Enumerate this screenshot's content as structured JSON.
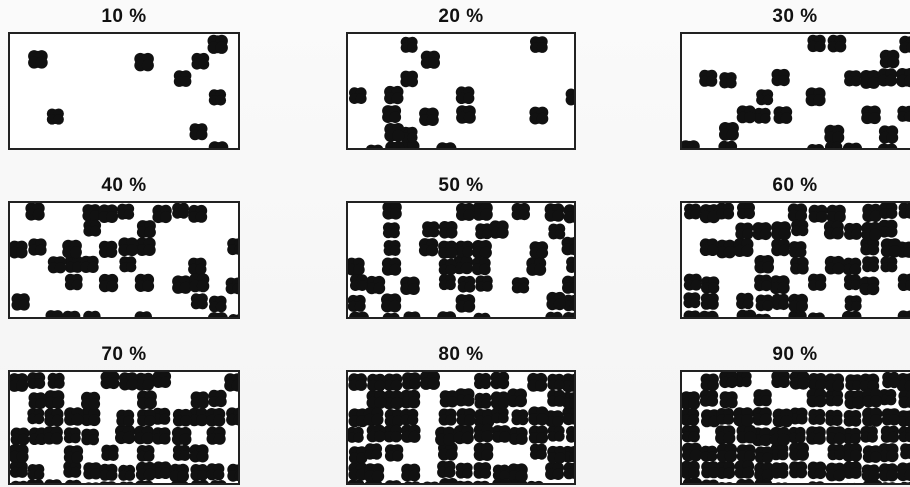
{
  "panels": [
    {
      "label": "10 %",
      "density": 0.1
    },
    {
      "label": "20 %",
      "density": 0.2
    },
    {
      "label": "30 %",
      "density": 0.3
    },
    {
      "label": "40 %",
      "density": 0.4
    },
    {
      "label": "50 %",
      "density": 0.5
    },
    {
      "label": "60 %",
      "density": 0.6
    },
    {
      "label": "70 %",
      "density": 0.7
    },
    {
      "label": "80 %",
      "density": 0.8
    },
    {
      "label": "90 %",
      "density": 0.9
    }
  ],
  "colors": {
    "fill": "#111111",
    "background": "#ffffff",
    "border": "#222222"
  }
}
